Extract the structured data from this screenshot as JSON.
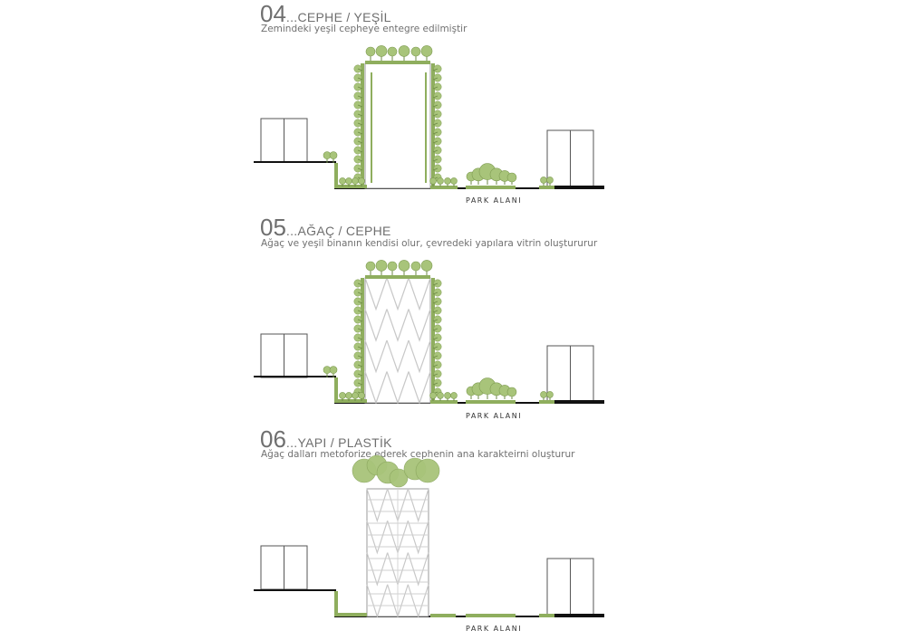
{
  "sections": [
    {
      "number": "04",
      "title": "...CEPHE / YEŞİL",
      "description": "Zemindeki yeşil cepheye entegre edilmiştir",
      "label": "PARK ALANI"
    },
    {
      "number": "05",
      "title": "...AĞAÇ / CEPHE",
      "description": "Ağaç ve yeşil binanın kendisi olur, çevredeki yapılara vitrin oluştururur",
      "label": "PARK ALANI"
    },
    {
      "number": "06",
      "title": "...YAPI / PLASTİK",
      "description": "Ağaç dalları metoforize ederek cephenin ana karakteirni oluşturur",
      "label": "PARK ALANI"
    }
  ],
  "colors": {
    "green": "#8fae5e",
    "leaf": "#a8c47a",
    "ground": "#111111",
    "line": "#555555"
  }
}
